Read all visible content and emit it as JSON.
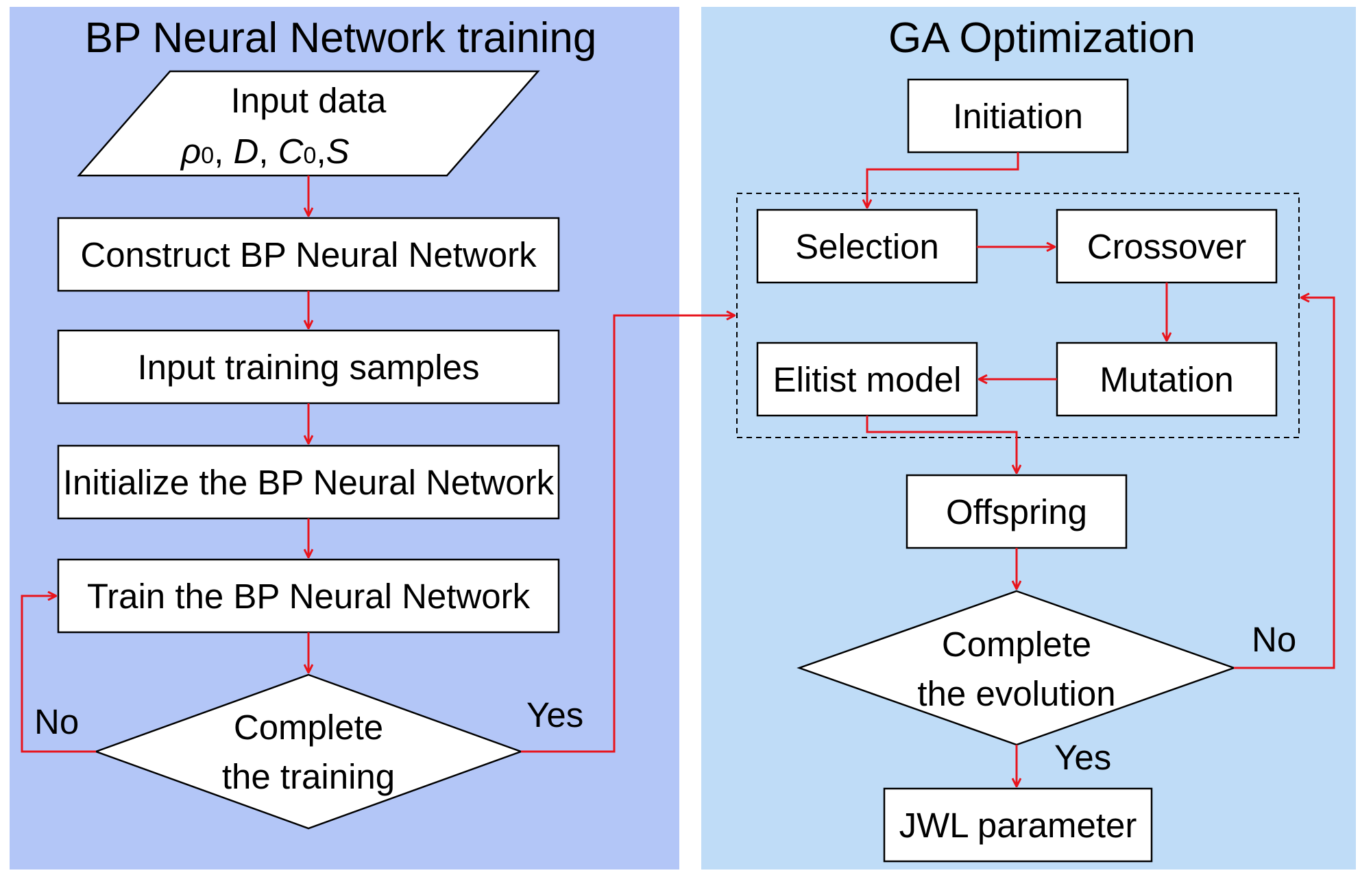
{
  "left_panel": {
    "title": "BP Neural Network training",
    "color": "#b3c6f7",
    "input": {
      "line1": "Input data",
      "sym_rho": "ρ",
      "sub0_a": "0",
      "sep1": ", ",
      "sym_D": "D",
      "sep2": ", ",
      "sym_C": "C",
      "sub0_b": "0",
      "sep3": ",",
      "sym_S": "S"
    },
    "steps": [
      "Construct BP Neural Network",
      "Input training samples",
      "Initialize the BP Neural Network",
      "Train the BP Neural Network"
    ],
    "decision": {
      "line1": "Complete",
      "line2": "the training"
    },
    "no_label": "No",
    "yes_label": "Yes"
  },
  "right_panel": {
    "title": "GA Optimization",
    "color": "#bfdcf7",
    "initiation": "Initiation",
    "selection": "Selection",
    "crossover": "Crossover",
    "mutation": "Mutation",
    "elitist": "Elitist model",
    "offspring": "Offspring",
    "decision": {
      "line1": "Complete",
      "line2": "the evolution"
    },
    "no_label": "No",
    "yes_label": "Yes",
    "result": "JWL parameter"
  },
  "colors": {
    "arrow": "#e8141c",
    "box_fill": "#ffffff",
    "stroke": "#000000"
  }
}
